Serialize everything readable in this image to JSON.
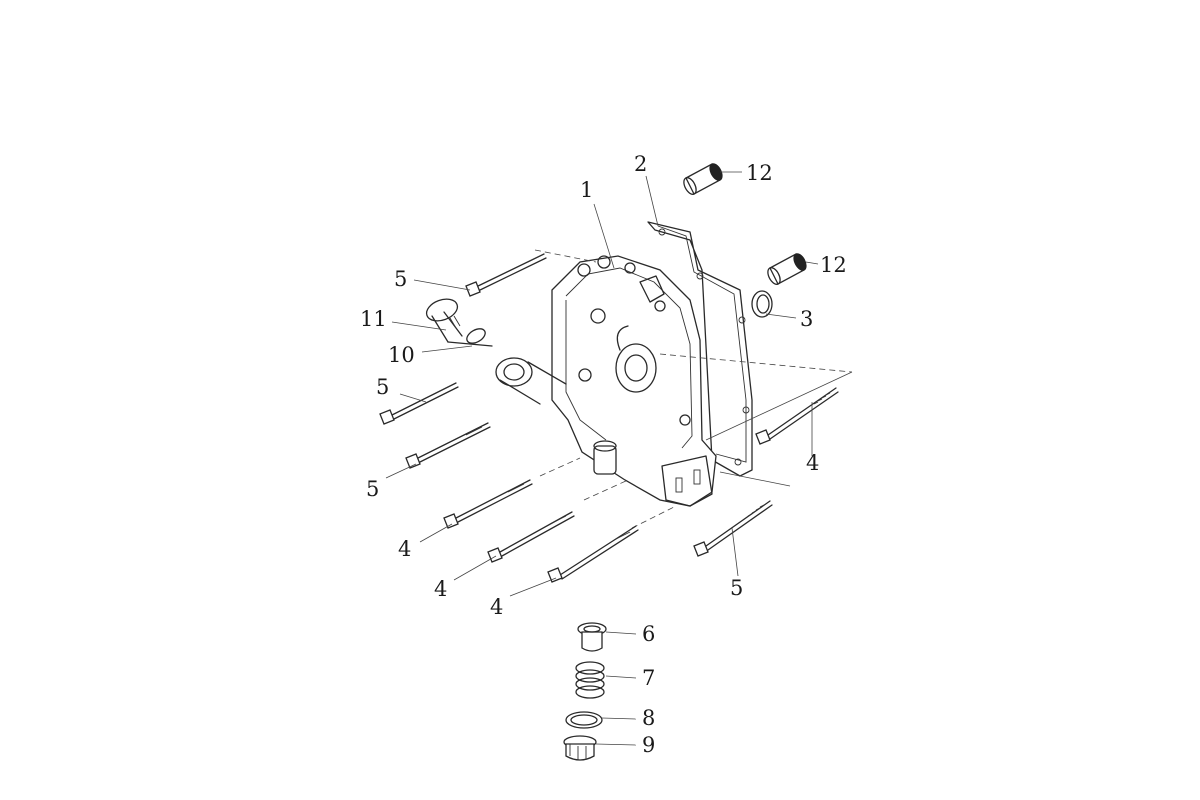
{
  "callouts": {
    "c1": "1",
    "c2": "2",
    "c3": "3",
    "c4a": "4",
    "c4b": "4",
    "c4c": "4",
    "c4d": "4",
    "c5a": "5",
    "c5b": "5",
    "c5c": "5",
    "c5d": "5",
    "c6": "6",
    "c7": "7",
    "c8": "8",
    "c9": "9",
    "c10": "10",
    "c11": "11",
    "c12a": "12",
    "c12b": "12"
  }
}
